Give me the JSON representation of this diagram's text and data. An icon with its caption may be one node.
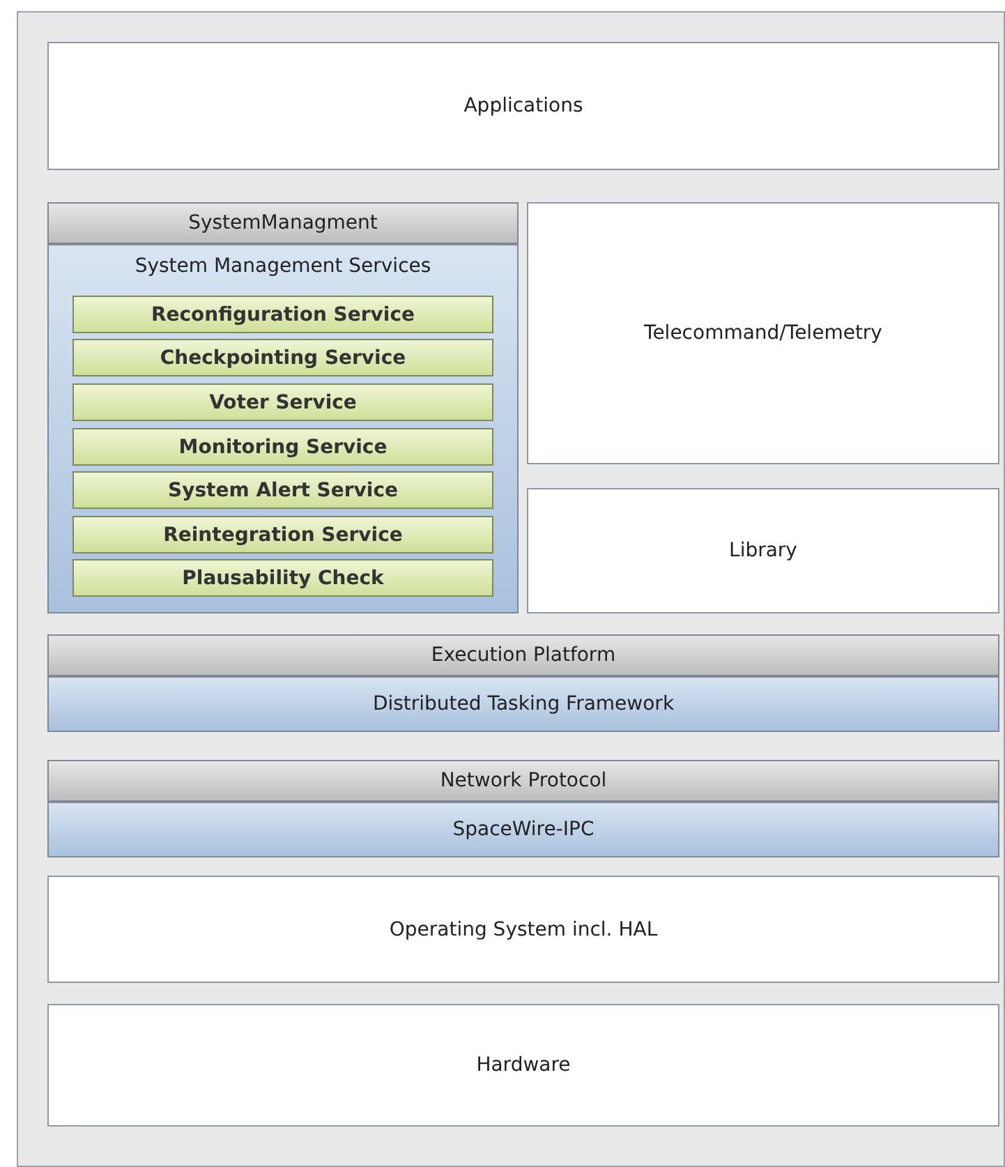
{
  "diagram": {
    "nodes": [
      {
        "text": [
          "Applications"
        ]
      },
      {
        "text": [
          "SystemManagment",
          "System Management Services"
        ]
      },
      {
        "text": [
          "Reconfiguration Service"
        ],
        "in": 1
      },
      {
        "text": [
          "Checkpointing Service"
        ],
        "in": 1
      },
      {
        "text": [
          "Voter Service"
        ],
        "in": 1
      },
      {
        "text": [
          "Monitoring Service"
        ],
        "in": 1
      },
      {
        "text": [
          "System Alert Service"
        ],
        "in": 1
      },
      {
        "text": [
          "Reintegration Service"
        ],
        "in": 1
      },
      {
        "text": [
          "Plausability Check"
        ],
        "in": 1
      },
      {
        "text": [
          "Telecommand/Telemetry"
        ]
      },
      {
        "text": [
          "Library"
        ]
      },
      {
        "text": [
          "Execution Platform",
          "Distributed Tasking Framework"
        ]
      },
      {
        "text": [
          "Network Protocol",
          "SpaceWire-IPC"
        ]
      },
      {
        "text": [
          "Operating System incl. HAL"
        ]
      },
      {
        "text": [
          "Hardware"
        ]
      }
    ],
    "edges": []
  }
}
